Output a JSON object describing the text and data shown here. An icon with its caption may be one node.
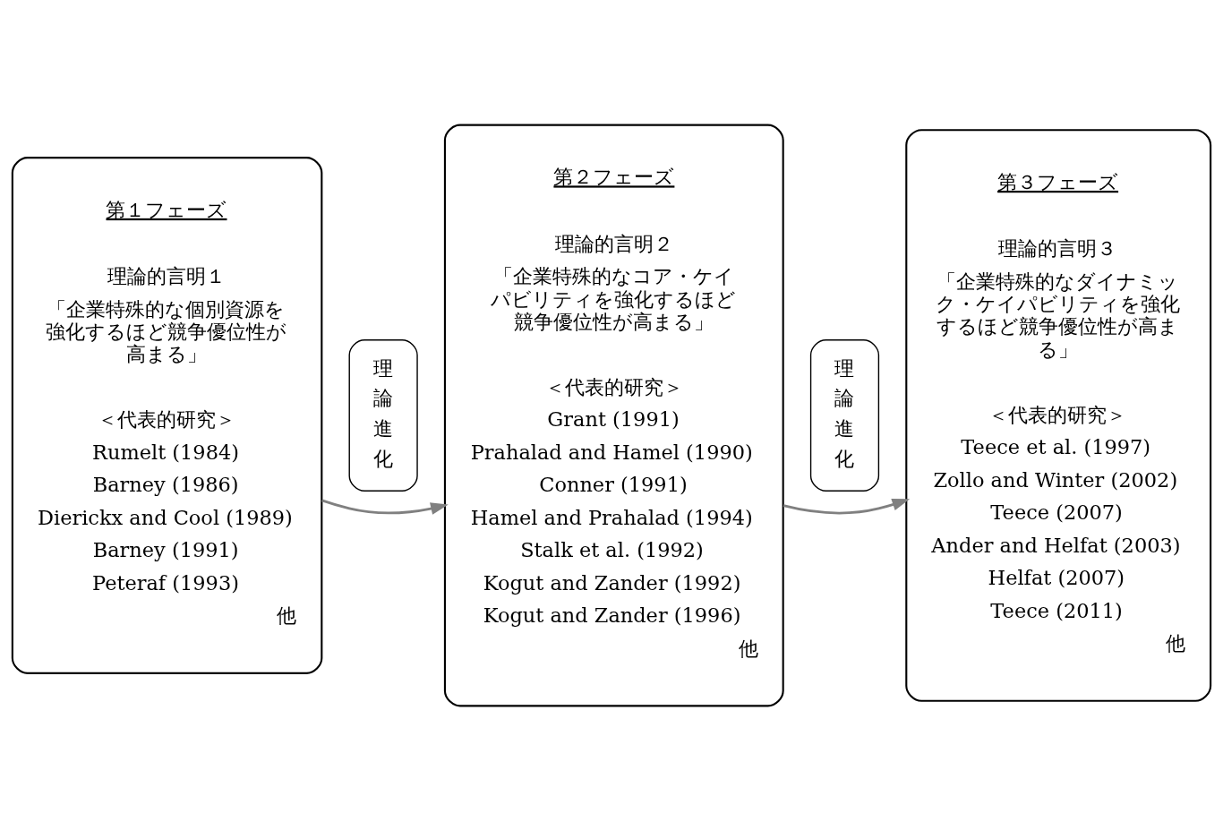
{
  "diagram": {
    "nodes": [
      {
        "text": [
          "第１フェーズ",
          "理論的言明１",
          "「企業特殊的な個別資源を強化するほど競争優位性が高まる」",
          "＜代表的研究＞",
          "Rumelt (1984)",
          "Barney (1986)",
          "Dierickx and Cool (1989)",
          "Barney (1991)",
          "Peteraf (1993)",
          "他"
        ]
      },
      {
        "text": [
          "理論進化"
        ]
      },
      {
        "text": [
          "第２フェーズ",
          "理論的言明２",
          "「企業特殊的なコア・ケイパビリティを強化するほど競争優位性が高まる」",
          "＜代表的研究＞",
          "Grant (1991)",
          "Prahalad and Hamel (1990)",
          "Conner (1991)",
          "Hamel and Prahalad (1994)",
          "Stalk et al. (1992)",
          "Kogut and Zander (1992)",
          "Kogut and Zander (1996)",
          "他"
        ]
      },
      {
        "text": [
          "理論進化"
        ]
      },
      {
        "text": [
          "第３フェーズ",
          "理論的言明３",
          "「企業特殊的なダイナミック・ケイパビリティを強化するほど競争優位性が高まる」",
          "＜代表的研究＞",
          "Teece et al. (1997)",
          "Zollo and Winter (2002)",
          "Teece (2007)",
          "Ander and Helfat (2003)",
          "Helfat (2007)",
          "Teece (2011)",
          "他"
        ]
      }
    ],
    "edges": [
      {
        "from": 0,
        "to": 2,
        "arrow": "to"
      },
      {
        "from": 2,
        "to": 4,
        "arrow": "to"
      }
    ]
  }
}
